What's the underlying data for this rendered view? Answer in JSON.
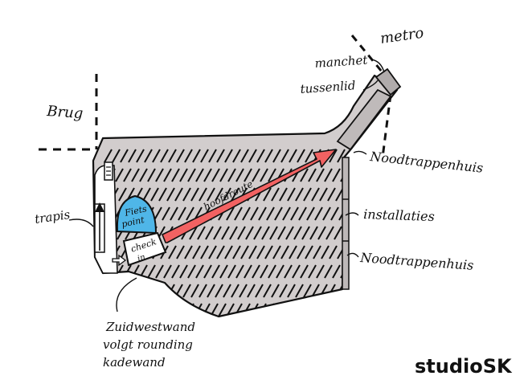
{
  "labels": {
    "metro": "metro",
    "manchet": "manchet",
    "tussenlid": "tussenlid",
    "brug": "Brug",
    "noodtrappenhuis_top": "Noodtrappenhuis",
    "installaties": "installaties",
    "noodtrappenhuis_bottom": "Noodtrappenhuis",
    "roltrap": "trapis",
    "fietspoint_line1": "Fiets",
    "fietspoint_line2": "point",
    "checkin_line1": "check",
    "checkin_line2": "in",
    "hoofdroute": "hoofdroute",
    "note_line1": "Zuidwestwand",
    "note_line2": "volgt rounding",
    "note_line3": "kadewand"
  },
  "brand": "studioSK",
  "colors": {
    "building_fill": "#d2cdcd",
    "fietspoint_fill": "#4fb6e8",
    "route_fill": "#f26262",
    "ink": "#111111"
  }
}
